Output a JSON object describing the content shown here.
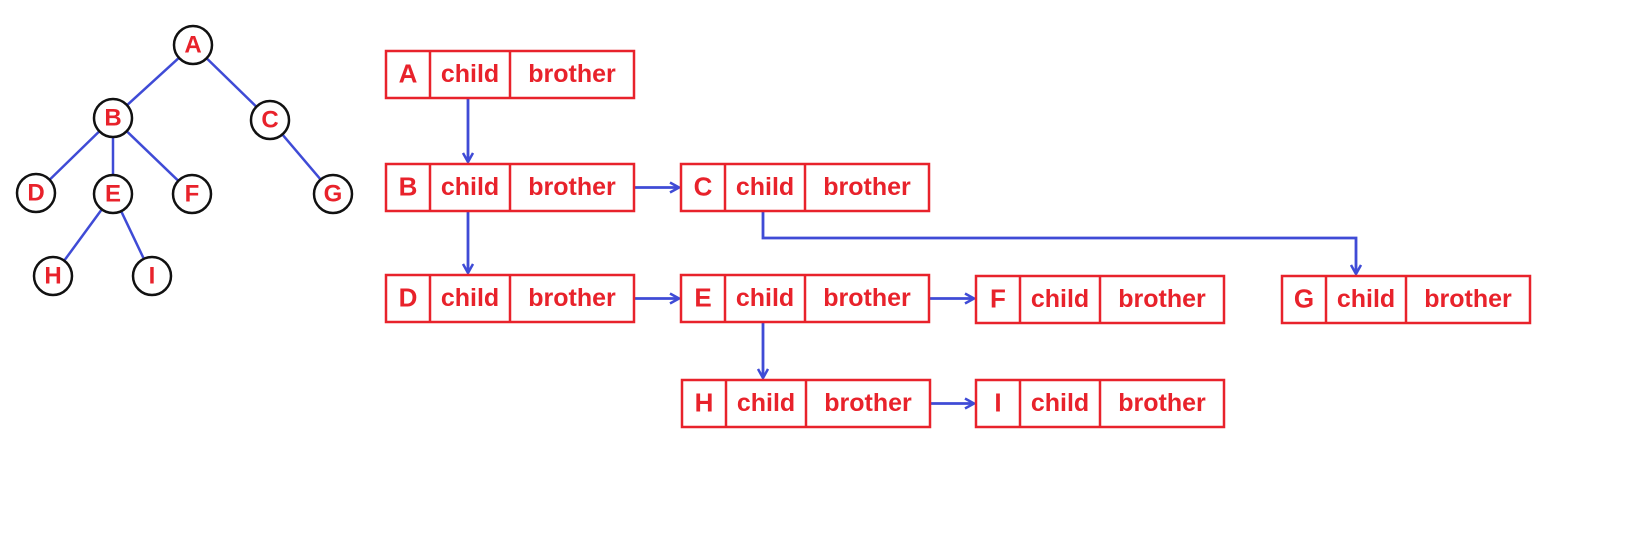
{
  "colors": {
    "node_text": "#e8222b",
    "box_border": "#e8222b",
    "edge": "#3f4bd6",
    "circle_stroke": "#111111",
    "background": "#ffffff"
  },
  "tree": {
    "nodes": [
      {
        "id": "A",
        "label": "A"
      },
      {
        "id": "B",
        "label": "B"
      },
      {
        "id": "C",
        "label": "C"
      },
      {
        "id": "D",
        "label": "D"
      },
      {
        "id": "E",
        "label": "E"
      },
      {
        "id": "F",
        "label": "F"
      },
      {
        "id": "G",
        "label": "G"
      },
      {
        "id": "H",
        "label": "H"
      },
      {
        "id": "I",
        "label": "I"
      }
    ],
    "edges": [
      [
        "A",
        "B"
      ],
      [
        "A",
        "C"
      ],
      [
        "B",
        "D"
      ],
      [
        "B",
        "E"
      ],
      [
        "B",
        "F"
      ],
      [
        "C",
        "G"
      ],
      [
        "E",
        "H"
      ],
      [
        "E",
        "I"
      ]
    ]
  },
  "field_labels": {
    "child": "child",
    "brother": "brother"
  },
  "records": [
    {
      "id": "A",
      "label": "A"
    },
    {
      "id": "B",
      "label": "B"
    },
    {
      "id": "C",
      "label": "C"
    },
    {
      "id": "D",
      "label": "D"
    },
    {
      "id": "E",
      "label": "E"
    },
    {
      "id": "F",
      "label": "F"
    },
    {
      "id": "G",
      "label": "G"
    },
    {
      "id": "H",
      "label": "H"
    },
    {
      "id": "I",
      "label": "I"
    }
  ],
  "links": [
    {
      "from": "A",
      "field": "child",
      "to": "B"
    },
    {
      "from": "B",
      "field": "child",
      "to": "D"
    },
    {
      "from": "B",
      "field": "brother",
      "to": "C"
    },
    {
      "from": "C",
      "field": "child",
      "to": "G"
    },
    {
      "from": "D",
      "field": "brother",
      "to": "E"
    },
    {
      "from": "E",
      "field": "brother",
      "to": "F"
    },
    {
      "from": "E",
      "field": "child",
      "to": "H"
    },
    {
      "from": "H",
      "field": "brother",
      "to": "I"
    }
  ]
}
